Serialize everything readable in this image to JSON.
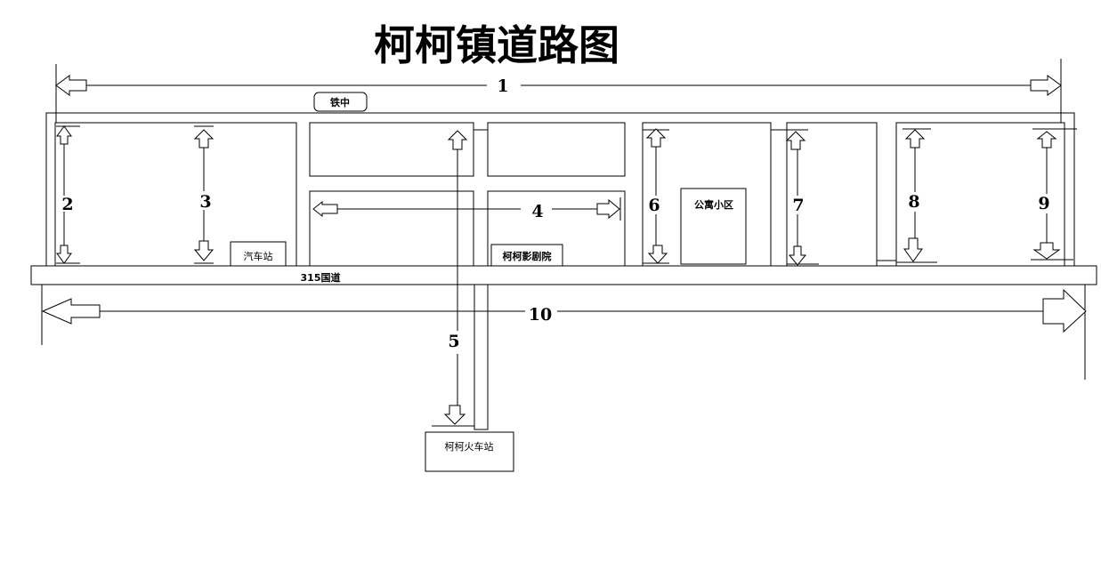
{
  "title": "柯柯镇道路图",
  "roads": {
    "r1": "1",
    "r2": "2",
    "r3": "3",
    "r4": "4",
    "r5": "5",
    "r6": "6",
    "r7": "7",
    "r8": "8",
    "r9": "9",
    "r10": "10"
  },
  "road_labels": {
    "highway": "315国道"
  },
  "places": {
    "tiezhong": "铁中",
    "bus_station": "汽车站",
    "cinema": "柯柯影剧院",
    "apartments": "公寓小区",
    "train_station": "柯柯火车站"
  },
  "colors": {
    "line": "#000000",
    "background": "#ffffff"
  }
}
